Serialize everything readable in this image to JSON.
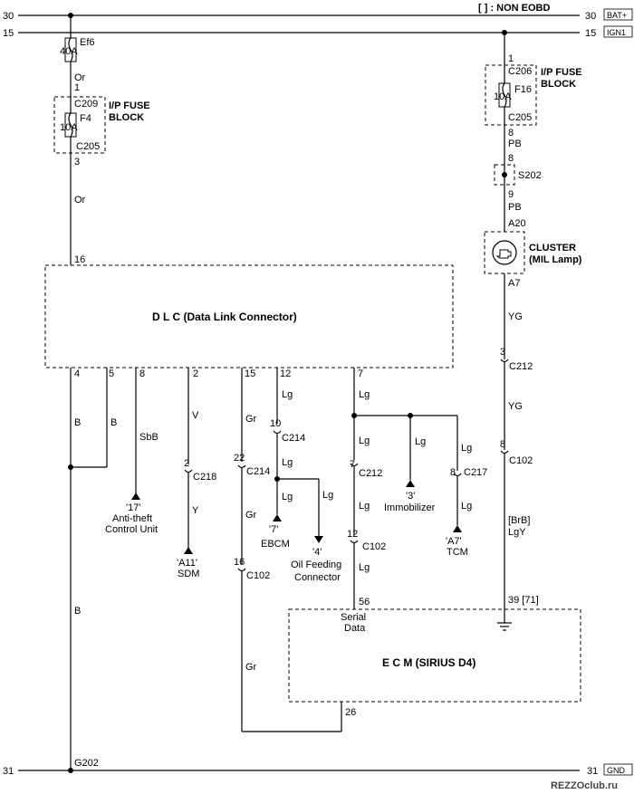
{
  "header": {
    "non_eobd": "[ ] : NON EOBD",
    "bat_left": "30",
    "bat_right": "30",
    "bat_label": "BAT+",
    "ign_left": "15",
    "ign_right": "15",
    "ign_label": "IGN1",
    "gnd_left": "31",
    "gnd_right": "31",
    "gnd_label": "GND"
  },
  "left_branch": {
    "fuse_ef6_name": "Ef6",
    "fuse_ef6_rating": "40A",
    "wire_or_1": "Or",
    "pin_1": "1",
    "conn_c209": "C209",
    "fuse_f4_name": "F4",
    "fuse_f4_rating": "10A",
    "block_line1": "I/P FUSE",
    "block_line2": "BLOCK",
    "conn_c205": "C205",
    "pin_3": "3",
    "wire_or_2": "Or",
    "pin_16": "16"
  },
  "right_branch": {
    "pin_1": "1",
    "conn_c206": "C206",
    "fuse_f16_name": "F16",
    "fuse_f16_rating": "10A",
    "block_line1": "I/P FUSE",
    "block_line2": "BLOCK",
    "conn_c205": "C205",
    "pin_8a": "8",
    "wire_pb_1": "PB",
    "pin_8b": "8",
    "splice_s202": "S202",
    "pin_9": "9",
    "wire_pb_2": "PB",
    "pin_a20": "A20",
    "cluster_line1": "CLUSTER",
    "cluster_line2": "(MIL Lamp)",
    "pin_a7": "A7",
    "wire_yg_1": "YG",
    "pin_3": "3",
    "conn_c212": "C212",
    "wire_yg_2": "YG",
    "pin_8c": "8",
    "conn_c102": "C102",
    "wire_brb": "[BrB]",
    "wire_lgy": "LgY",
    "pin_39": "39 [71]"
  },
  "dlc": {
    "title": "D  L  C (Data Link Connector)",
    "pins": [
      "4",
      "5",
      "8",
      "2",
      "15",
      "12",
      "7"
    ]
  },
  "circuits": {
    "wire_b_left": "B",
    "wire_b_right": "B",
    "wire_b_lower": "B",
    "wire_sbb": "SbB",
    "antitheft_ref": "'17'",
    "antitheft_line1": "Anti-theft",
    "antitheft_line2": "Control Unit",
    "wire_v": "V",
    "pin_2": "2",
    "conn_c218": "C218",
    "wire_y": "Y",
    "sdm_ref": "'A11'",
    "sdm_name": "SDM",
    "wire_gr_1": "Gr",
    "pin_22": "22",
    "conn_c214_a": "C214",
    "wire_gr_2": "Gr",
    "pin_16": "16",
    "conn_c102_a": "C102",
    "wire_gr_3": "Gr",
    "wire_lg_1": "Lg",
    "pin_10": "10",
    "conn_c214_b": "C214",
    "wire_lg_2": "Lg",
    "wire_lg_3": "Lg",
    "wire_lg_4": "Lg",
    "ebcm_ref": "'7'",
    "ebcm_name": "EBCM",
    "oil_ref": "'4'",
    "oil_line1": "Oil Feeding",
    "oil_line2": "Connector",
    "wire_lg_5": "Lg",
    "wire_lg_6": "Lg",
    "pin_7": "7",
    "conn_c212": "C212",
    "wire_lg_7": "Lg",
    "pin_12": "12",
    "conn_c102_b": "C102",
    "wire_lg_8": "Lg",
    "pin_56": "56",
    "serial_line1": "Serial",
    "serial_line2": "Data",
    "wire_lg_imm": "Lg",
    "imm_ref": "'3'",
    "imm_name": "Immobilizer",
    "wire_lg_tcm1": "Lg",
    "pin_8": "8",
    "conn_c217": "C217",
    "wire_lg_tcm2": "Lg",
    "tcm_ref": "'A7'",
    "tcm_name": "TCM",
    "pin_26": "26",
    "ground_g202": "G202"
  },
  "ecm": {
    "title": "E  C  M (SIRIUS D4)"
  },
  "watermark": "REZZOclub.ru"
}
